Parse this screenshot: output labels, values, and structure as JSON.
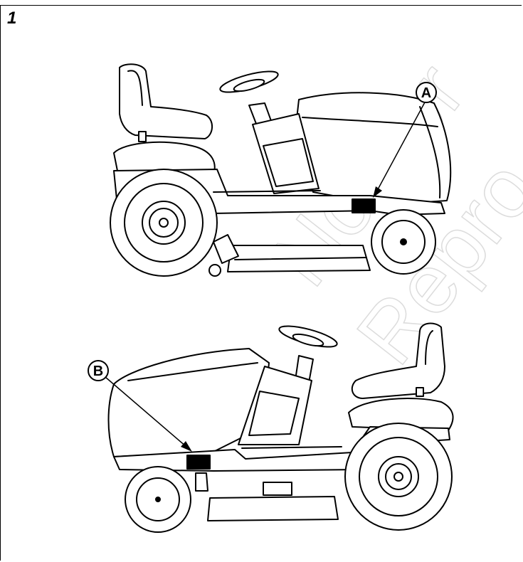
{
  "figure": {
    "number": "1"
  },
  "callouts": {
    "a": "A",
    "b": "B"
  },
  "watermark": {
    "line1": "Not for",
    "line2": "Repro"
  },
  "colors": {
    "ink": "#000000",
    "paper": "#ffffff",
    "watermark_outline": "#dcdcdc",
    "label_plate": "#000000"
  }
}
